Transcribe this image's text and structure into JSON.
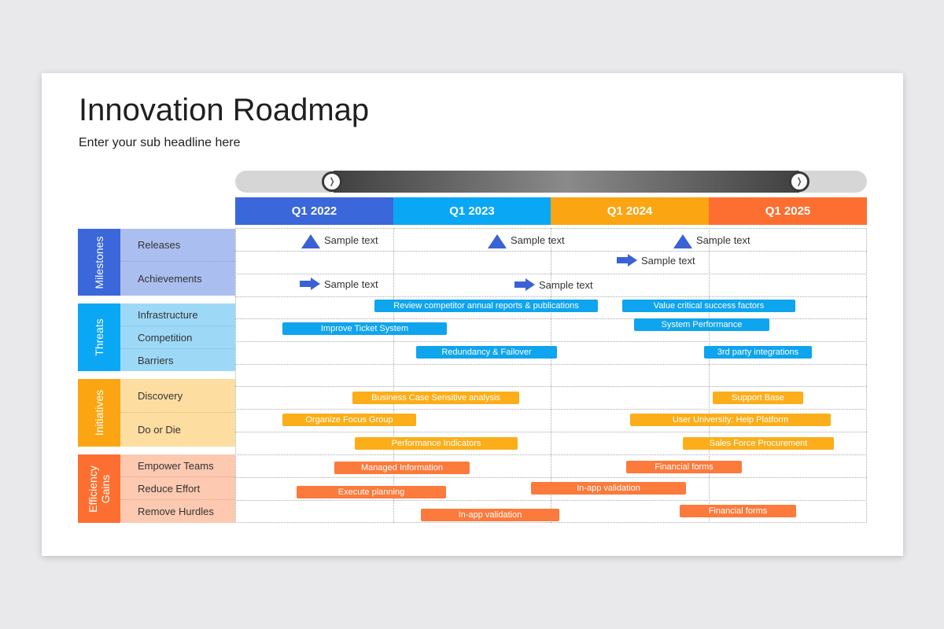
{
  "title": "Innovation Roadmap",
  "subtitle": "Enter your sub headline here",
  "quarters": [
    "Q1 2022",
    "Q1 2023",
    "Q1 2024",
    "Q1 2025"
  ],
  "colors": {
    "q1": "#3a67da",
    "q2": "#0aa7f5",
    "q3": "#fba512",
    "q4": "#fd6f30",
    "blue_bar": "#0fa4ee",
    "orange_bar": "#fbae1a",
    "red_bar": "#fb7a3c",
    "milestone": "#3a62d6"
  },
  "categories": [
    {
      "label": "Milestones",
      "subs": [
        "Releases",
        "Achievements"
      ]
    },
    {
      "label": "Threats",
      "subs": [
        "Infrastructure",
        "Competition",
        "Barriers"
      ]
    },
    {
      "label": "Initiatives",
      "subs": [
        "Discovery",
        "Do or Die"
      ]
    },
    {
      "label": "Efficiency Gains",
      "subs": [
        "Empower Teams",
        "Reduce Effort",
        "Remove Hurdles"
      ]
    }
  ],
  "milestones": [
    {
      "shape": "triangle-icon",
      "text": "Sample text"
    },
    {
      "shape": "triangle-icon",
      "text": "Sample text"
    },
    {
      "shape": "triangle-icon",
      "text": "Sample text"
    },
    {
      "shape": "arrow-icon",
      "text": "Sample text"
    },
    {
      "shape": "arrow-icon",
      "text": "Sample text"
    },
    {
      "shape": "arrow-icon",
      "text": "Sample text"
    }
  ],
  "bars": [
    "Review competitor annual reports & publications",
    "Value critical success factors",
    "Improve Ticket System",
    "System Performance",
    "Redundancy & Failover",
    "3rd party integrations",
    "Business Case Sensitive analysis",
    "Support Base",
    "Organize Focus Group",
    "User University: Help Platform",
    "Performance Indicators",
    "Sales Force Procurement",
    "Managed Information",
    "Financial forms",
    "Execute planning",
    "In-app validation",
    "In-app validation",
    "Financial forms"
  ]
}
